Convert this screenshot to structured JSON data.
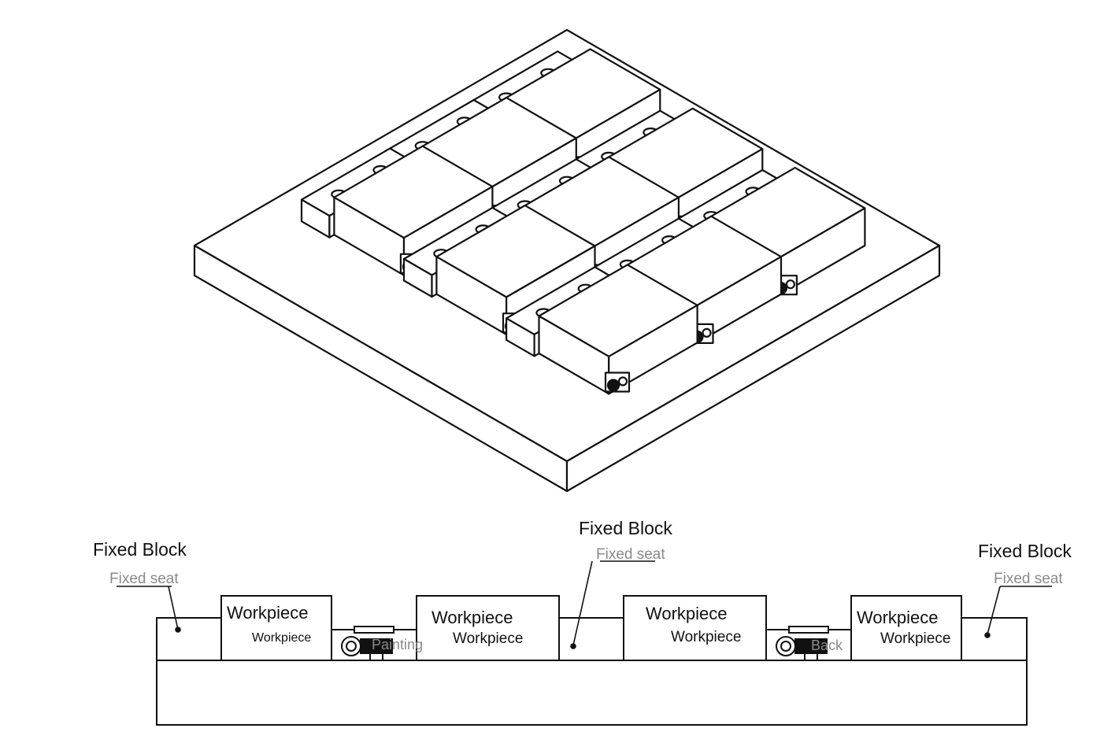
{
  "labels": {
    "fixed_block_left": "Fixed Block",
    "fixed_seat_left": "Fixed seat",
    "fixed_block_center": "Fixed Block",
    "fixed_seat_center": "Fixed seat",
    "fixed_block_right": "Fixed Block",
    "fixed_seat_right": "Fixed seat",
    "workpiece_1_title": "Workpiece",
    "workpiece_1_sub": "Workpiece",
    "workpiece_2_title": "Workpiece",
    "workpiece_2_sub": "Workpiece",
    "workpiece_3_title": "Workpiece",
    "workpiece_3_sub": "Workpiece",
    "workpiece_4_title": "Workpiece",
    "workpiece_4_sub": "Workpiece",
    "clamp_left": "Painting",
    "clamp_right": "Back"
  },
  "colors": {
    "line": "#111111",
    "label_grey": "#8a8a8a",
    "background": "#ffffff"
  },
  "icons": {
    "clamp": "cam-clamp-icon",
    "screw": "screw-icon"
  }
}
